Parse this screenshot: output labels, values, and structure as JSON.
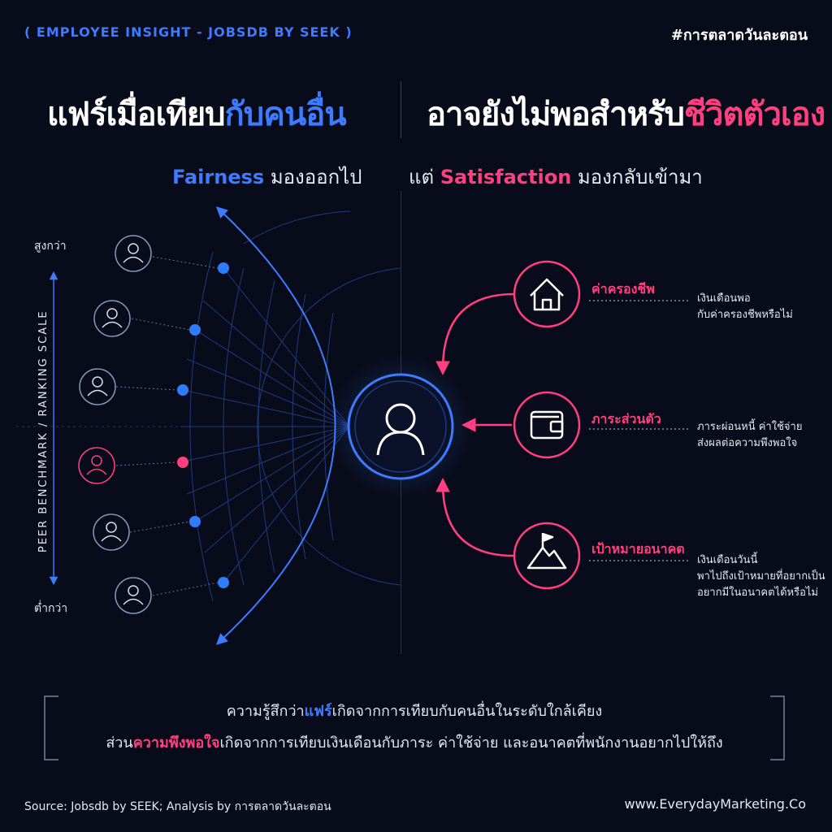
{
  "header": {
    "tag": "( EMPLOYEE INSIGHT - JOBSDB BY SEEK )",
    "hashtag": "#การตลาดวันละตอน"
  },
  "headline": {
    "left_plain": "แฟร์เมื่อเทียบ",
    "left_accent": "กับคนอื่น",
    "right_plain": "อาจยังไม่พอสำหรับ",
    "right_accent": "ชีวิตตัวเอง"
  },
  "subheadline": {
    "left_keyword": "Fairness",
    "left_rest": " มองออกไป",
    "right_prefix": "แต่ ",
    "right_keyword": "Satisfaction",
    "right_rest": " มองกลับเข้ามา"
  },
  "scale": {
    "high": "สูงกว่า",
    "low": "ต่ำกว่า",
    "axis_label": "PEER BENCHMARK / RANKING SCALE"
  },
  "factors": [
    {
      "title": "ค่าครองชีพ",
      "icon": "house-icon",
      "desc": [
        "เงินเดือนพอ",
        "กับค่าครองชีพหรือไม่"
      ]
    },
    {
      "title": "ภาระส่วนตัว",
      "icon": "wallet-icon",
      "desc": [
        "ภาระผ่อนหนี้ ค่าใช้จ่าย",
        "ส่งผลต่อความพึงพอใจ"
      ]
    },
    {
      "title": "เป้าหมายอนาคต",
      "icon": "mountain-flag-icon",
      "desc": [
        "เงินเดือนวันนี้",
        "พาไปถึงเป้าหมายที่อยากเป็น",
        "อยากมีในอนาคตได้หรือไม่"
      ]
    }
  ],
  "summary": {
    "line1_pre": "ความรู้สึกว่า",
    "line1_accent": "แฟร์",
    "line1_post": "เกิดจากการเทียบกับคนอื่นในระดับใกล้เคียง",
    "line2_pre": "ส่วน",
    "line2_accent": "ความพึงพอใจ",
    "line2_post": "เกิดจากการเทียบเงินเดือนกับภาระ ค่าใช้จ่าย และอนาคตที่พนักงานอยากไปให้ถึง"
  },
  "footer": {
    "source": "Source: Jobsdb by SEEK; Analysis by การตลาดวันละตอน",
    "website": "www.EverydayMarketing.Co"
  },
  "colors": {
    "background": "#080b19",
    "blue": "#3d7bff",
    "pink": "#ff3f80"
  }
}
